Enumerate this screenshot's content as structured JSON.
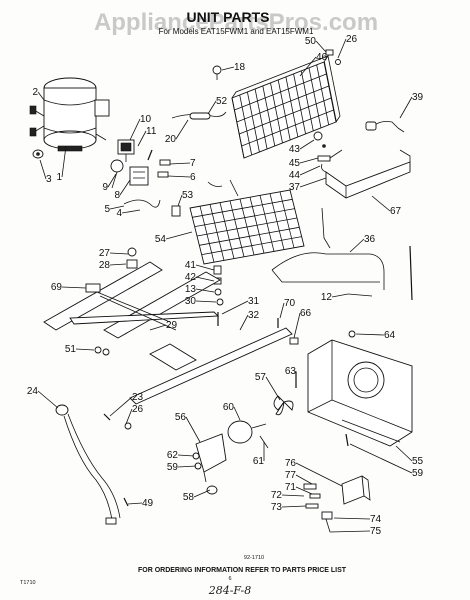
{
  "header": {
    "watermark": "AppliancePartsPros.com",
    "title": "UNIT PARTS",
    "subtitle": "For Models EAT15FWM1 and EAT15FWM1"
  },
  "callouts": [
    {
      "id": "c2",
      "label": "2"
    },
    {
      "id": "c1",
      "label": "1"
    },
    {
      "id": "c3",
      "label": "3"
    },
    {
      "id": "c10",
      "label": "10"
    },
    {
      "id": "c11",
      "label": "11"
    },
    {
      "id": "c9",
      "label": "9"
    },
    {
      "id": "c8",
      "label": "8"
    },
    {
      "id": "c5",
      "label": "5"
    },
    {
      "id": "c4",
      "label": "4"
    },
    {
      "id": "c7",
      "label": "7"
    },
    {
      "id": "c6",
      "label": "6"
    },
    {
      "id": "c52",
      "label": "52"
    },
    {
      "id": "c20",
      "label": "20"
    },
    {
      "id": "c18",
      "label": "18"
    },
    {
      "id": "c50",
      "label": "50"
    },
    {
      "id": "c26a",
      "label": "26"
    },
    {
      "id": "c46",
      "label": "46"
    },
    {
      "id": "c39",
      "label": "39"
    },
    {
      "id": "c43",
      "label": "43"
    },
    {
      "id": "c45",
      "label": "45"
    },
    {
      "id": "c44",
      "label": "44"
    },
    {
      "id": "c37",
      "label": "37"
    },
    {
      "id": "c67",
      "label": "67"
    },
    {
      "id": "c53",
      "label": "53"
    },
    {
      "id": "c54",
      "label": "54"
    },
    {
      "id": "c27",
      "label": "27"
    },
    {
      "id": "c28",
      "label": "28"
    },
    {
      "id": "c36",
      "label": "36"
    },
    {
      "id": "c41",
      "label": "41"
    },
    {
      "id": "c42",
      "label": "42"
    },
    {
      "id": "c13",
      "label": "13"
    },
    {
      "id": "c30",
      "label": "30"
    },
    {
      "id": "c69",
      "label": "69"
    },
    {
      "id": "c12",
      "label": "12"
    },
    {
      "id": "c31",
      "label": "31"
    },
    {
      "id": "c32",
      "label": "32"
    },
    {
      "id": "c70",
      "label": "70"
    },
    {
      "id": "c66",
      "label": "66"
    },
    {
      "id": "c29",
      "label": "29"
    },
    {
      "id": "c64",
      "label": "64"
    },
    {
      "id": "c51",
      "label": "51"
    },
    {
      "id": "c57",
      "label": "57"
    },
    {
      "id": "c63",
      "label": "63"
    },
    {
      "id": "c24",
      "label": "24"
    },
    {
      "id": "c23",
      "label": "23"
    },
    {
      "id": "c26b",
      "label": "26"
    },
    {
      "id": "c60",
      "label": "60"
    },
    {
      "id": "c56",
      "label": "56"
    },
    {
      "id": "c61",
      "label": "61"
    },
    {
      "id": "c55",
      "label": "55"
    },
    {
      "id": "c59a",
      "label": "59"
    },
    {
      "id": "c62",
      "label": "62"
    },
    {
      "id": "c59b",
      "label": "59"
    },
    {
      "id": "c58",
      "label": "58"
    },
    {
      "id": "c76",
      "label": "76"
    },
    {
      "id": "c77",
      "label": "77"
    },
    {
      "id": "c71",
      "label": "71"
    },
    {
      "id": "c72",
      "label": "72"
    },
    {
      "id": "c73",
      "label": "73"
    },
    {
      "id": "c74",
      "label": "74"
    },
    {
      "id": "c75",
      "label": "75"
    },
    {
      "id": "c49",
      "label": "49"
    }
  ],
  "footer": {
    "figure_code": "92-1710",
    "ordering_note": "FOR ORDERING INFORMATION REFER TO PARTS PRICE LIST",
    "page_number": "6",
    "corner_code": "T1710",
    "handwritten": "284-F-8"
  }
}
